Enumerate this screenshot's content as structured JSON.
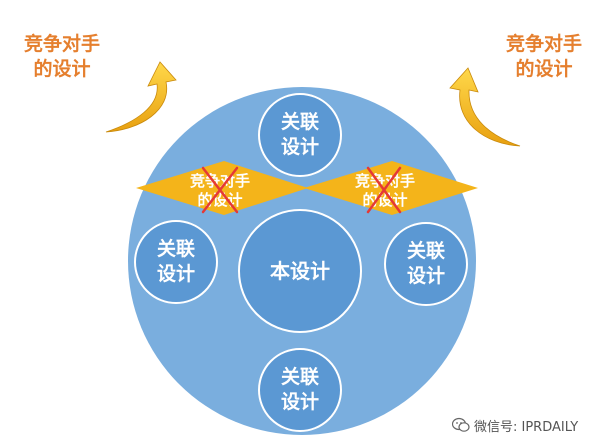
{
  "diagram": {
    "center_label": "本设计",
    "related_label": "关联\n设计",
    "overlap_label": "竞争对手\n的设计",
    "competitor_left": "竞争对手\n的设计",
    "competitor_right": "竞争对手\n的设计"
  },
  "colors": {
    "outer_circle": "#7aaede",
    "node": "#5b98d3",
    "diamond": "#f4b41a",
    "cross": "#e53935",
    "competitor_text": "#e57f2e",
    "arrow": "#f0b020"
  },
  "watermark": {
    "text": "微信号: IPRDAILY"
  }
}
